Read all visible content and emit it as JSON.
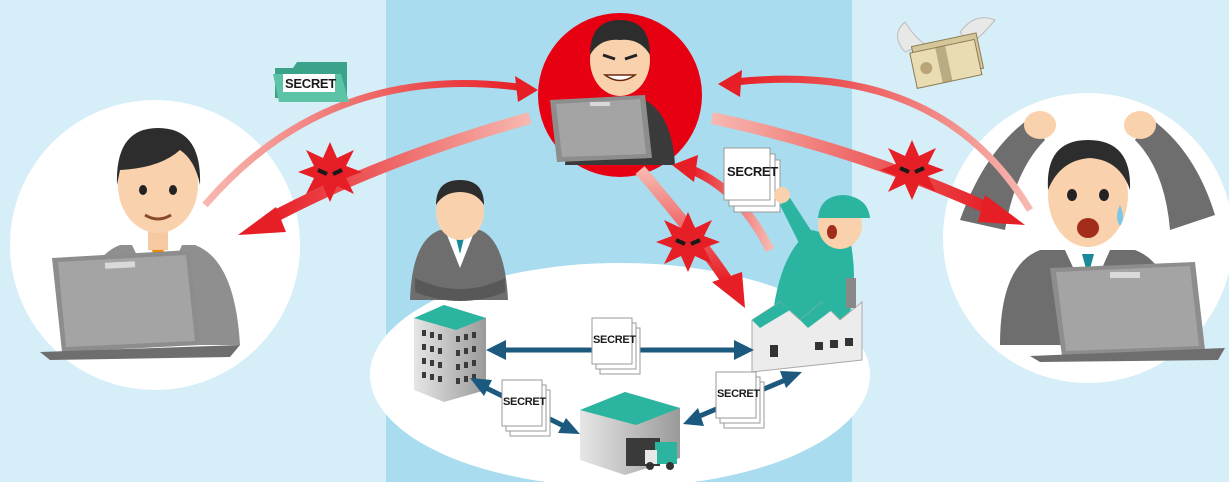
{
  "labels": {
    "secret_folder": "SECRET",
    "secret_doc_attacker": "SECRET",
    "secret_doc_hq_factory": "SECRET",
    "secret_doc_hq_warehouse": "SECRET",
    "secret_doc_warehouse_factory": "SECRET"
  },
  "icons": {
    "attacker": "hacker-icon",
    "threat": "virus-icon",
    "money": "flying-money-icon"
  },
  "colors": {
    "background": "#d6eef8",
    "center_band": "#a9dcee",
    "attack_arrow": "#e61e25",
    "supply_arrow": "#1b5a7e",
    "attacker_circle": "#e60012"
  }
}
